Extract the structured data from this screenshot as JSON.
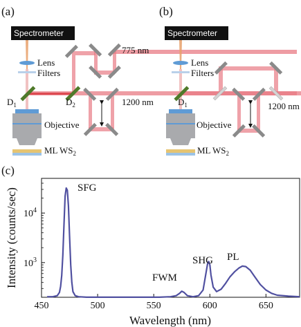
{
  "panel_a": {
    "label": "(a)",
    "spectrometer": "Spectrometer",
    "lens": "Lens",
    "filters": "Filters",
    "d1": "D",
    "d1_sub": "1",
    "d2": "D",
    "d2_sub": "2",
    "objective": "Objective",
    "sample": "ML WS",
    "sample_sub": "2",
    "beam_775": "775 nm",
    "beam_1200": "1200 nm"
  },
  "panel_b": {
    "label": "(b)",
    "spectrometer": "Spectrometer",
    "lens": "Lens",
    "filters": "Filters",
    "d1": "D",
    "d1_sub": "1",
    "objective": "Objective",
    "sample": "ML WS",
    "sample_sub": "2",
    "beam_1200": "1200 nm"
  },
  "panel_c": {
    "label": "(c)"
  },
  "colors": {
    "beam": "#e87b84",
    "beam_dark": "#d8363c",
    "spectrum": "#5050a0",
    "mirror": "#8a8a8a",
    "dichroic": "#4f7a2a",
    "lens": "#5f9bd5"
  },
  "chart_data": {
    "type": "line",
    "title": "",
    "xlabel": "Wavelength (nm)",
    "ylabel": "Intensity (counts/sec)",
    "xlim": [
      450,
      680
    ],
    "ylim_log10": [
      2.3,
      4.7
    ],
    "yscale": "log",
    "grid": false,
    "legend": "none",
    "xticks": [
      450,
      500,
      550,
      600,
      650
    ],
    "xtick_labels": [
      "450",
      "500",
      "550",
      "600",
      "650"
    ],
    "yticks": [
      1000,
      10000
    ],
    "ytick_labels": [
      {
        "base": "10",
        "exp": "3"
      },
      {
        "base": "10",
        "exp": "4"
      }
    ],
    "annotations": [
      {
        "text": "SFG",
        "x": 472
      },
      {
        "text": "FWM",
        "x": 575
      },
      {
        "text": "SHG",
        "x": 599
      },
      {
        "text": "PL",
        "x": 628
      }
    ],
    "series": [
      {
        "x": [
          455,
          460,
          464,
          466,
          467,
          468,
          469,
          470,
          471,
          472,
          473,
          474,
          475,
          476,
          477,
          478,
          480,
          483,
          490,
          500,
          520,
          540,
          555,
          565,
          570,
          573,
          575,
          577,
          580,
          585,
          590,
          594,
          596,
          598,
          599,
          600,
          601,
          603,
          606,
          610,
          614,
          618,
          622,
          626,
          629,
          632,
          636,
          640,
          645,
          650,
          655,
          660,
          670,
          680
        ],
        "y": [
          205,
          205,
          215,
          250,
          330,
          550,
          1400,
          5500,
          22000,
          32000,
          29000,
          14000,
          3500,
          900,
          400,
          260,
          215,
          205,
          200,
          200,
          200,
          200,
          200,
          205,
          215,
          240,
          265,
          250,
          215,
          205,
          215,
          280,
          520,
          950,
          1050,
          900,
          560,
          320,
          260,
          290,
          380,
          520,
          650,
          780,
          850,
          830,
          700,
          520,
          360,
          280,
          240,
          220,
          210,
          205
        ]
      }
    ]
  }
}
